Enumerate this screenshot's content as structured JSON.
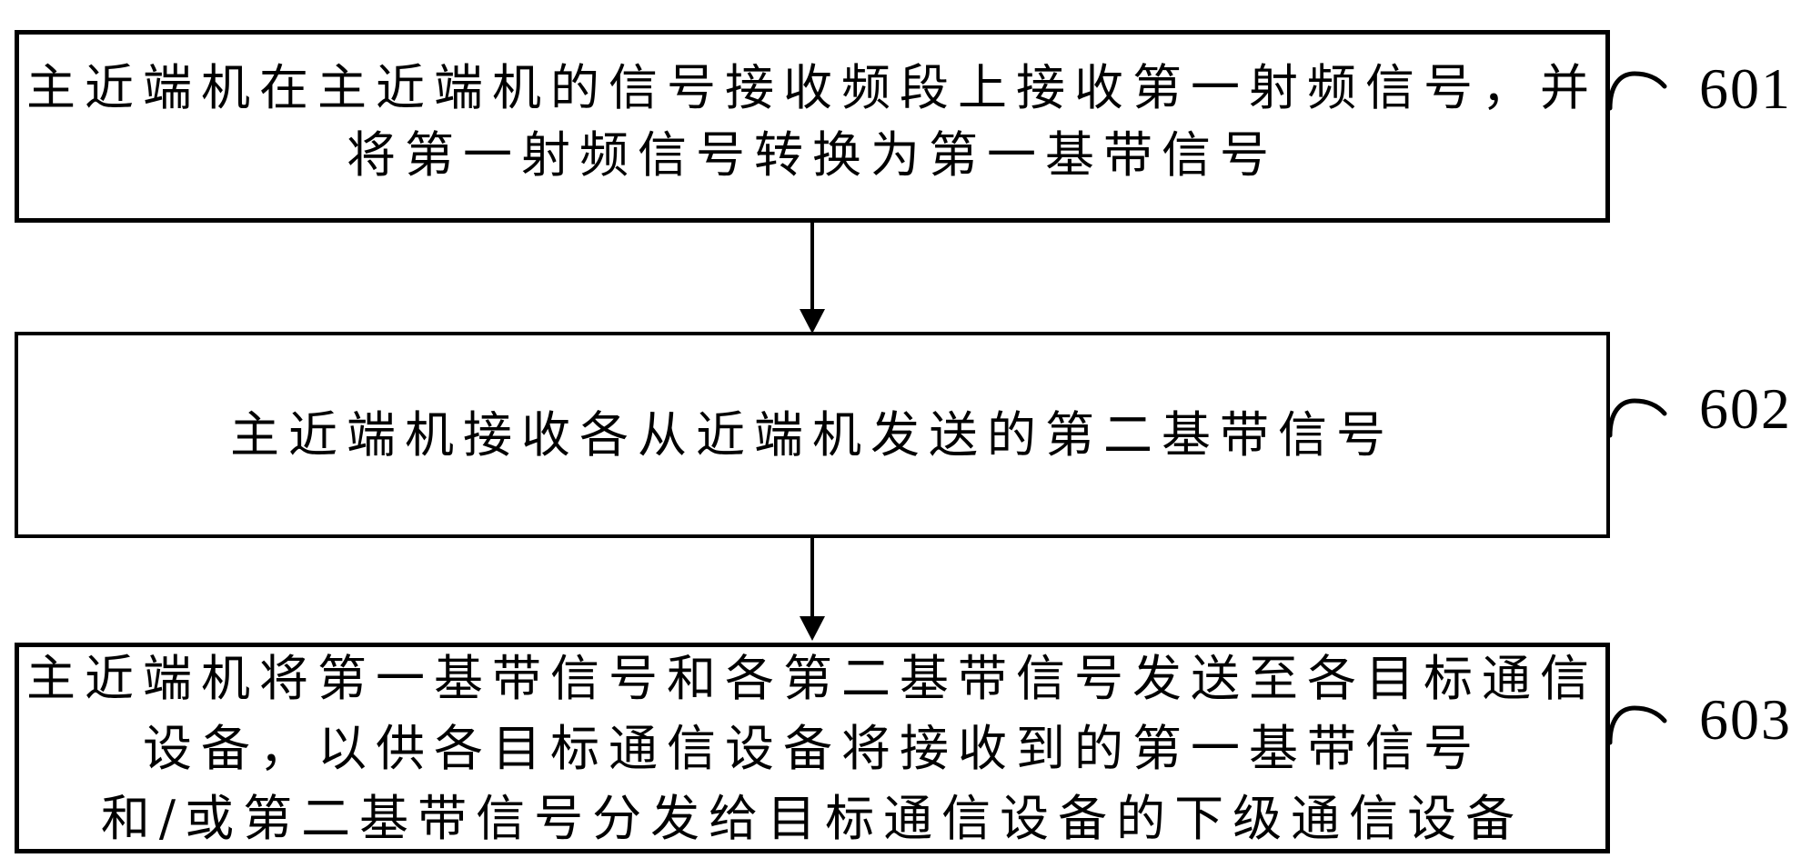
{
  "figure": {
    "type": "flowchart",
    "background_color": "#ffffff",
    "ink_color": "#000000"
  },
  "steps": [
    {
      "ref": "601",
      "lines": [
        "主近端机在主近端机的信号接收频段上接收第一射频信号，并",
        "将第一射频信号转换为第一基带信号"
      ]
    },
    {
      "ref": "602",
      "lines": [
        "主近端机接收各从近端机发送的第二基带信号"
      ]
    },
    {
      "ref": "603",
      "lines": [
        "主近端机将第一基带信号和各第二基带信号发送至各目标通信",
        "设备，以供各目标通信设备将接收到的第一基带信号",
        "和/或第二基带信号分发给目标通信设备的下级通信设备"
      ]
    }
  ],
  "connectors": [
    {
      "from": "601",
      "to": "602",
      "style": "solid-arrow-down"
    },
    {
      "from": "602",
      "to": "603",
      "style": "solid-arrow-down"
    }
  ]
}
